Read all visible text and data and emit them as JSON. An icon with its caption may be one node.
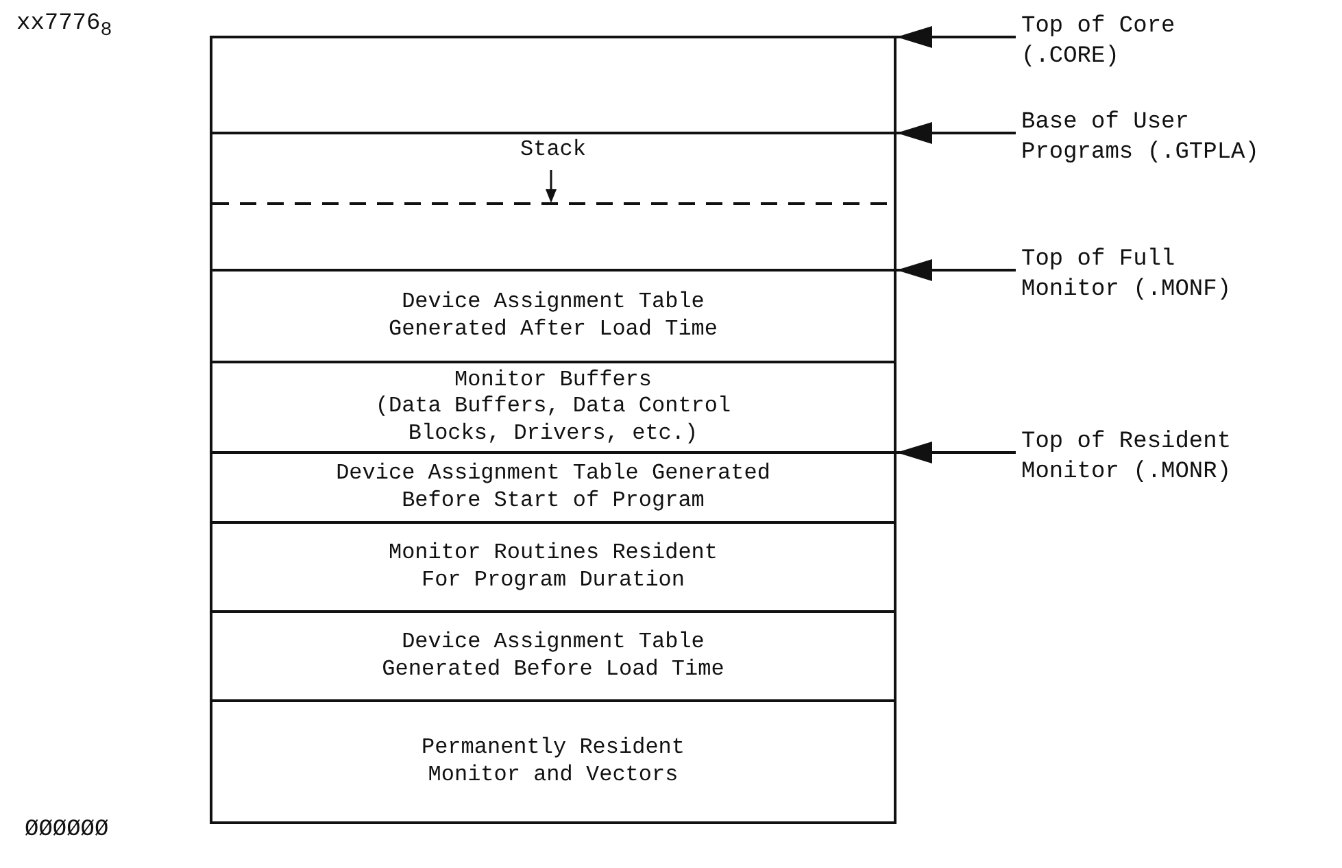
{
  "diagram": {
    "nodes": [
      {
        "text": [],
        "shape": "box"
      },
      {
        "text": [
          "Stack"
        ]
      },
      {
        "text": [
          "Device Assignment Table Generated After Load Time"
        ]
      },
      {
        "text": [
          "Monitor Buffers",
          "(Data Buffers, Data Control Blocks, Drivers, etc.)"
        ]
      },
      {
        "text": [
          "Device Assignment Table Generated Before Start of Program"
        ]
      },
      {
        "text": [
          "Monitor Routines Resident For Program Duration"
        ]
      },
      {
        "text": [
          "Device Assignment Table Generated Before Load Time"
        ]
      },
      {
        "text": [
          "Permanently Resident Monitor and Vectors"
        ]
      },
      {
        "text": [
          "Top of Core (.CORE)"
        ]
      },
      {
        "text": [
          "Base of User Programs (.GTPLA)"
        ]
      },
      {
        "text": [
          "Top of Full Monitor (.MONF)"
        ]
      },
      {
        "text": [
          "Top of Resident Monitor (.MONR)"
        ]
      }
    ],
    "edges": [
      {
        "from": 8,
        "to": 0,
        "arrow": "to"
      },
      {
        "from": 9,
        "to": 0,
        "arrow": "to"
      },
      {
        "from": 10,
        "to": 2,
        "arrow": "to"
      },
      {
        "from": 11,
        "to": 4,
        "arrow": "to"
      }
    ],
    "labels": [
      "xx7776$_{8}$",
      "ØØØØØØ"
    ]
  }
}
